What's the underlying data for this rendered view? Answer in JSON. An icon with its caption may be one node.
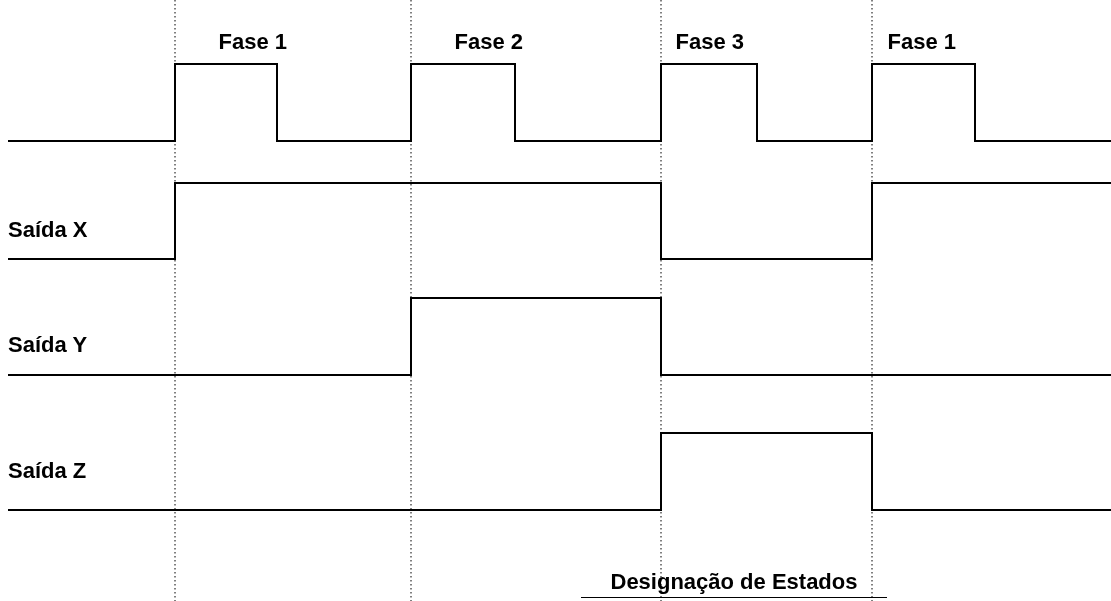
{
  "diagram": {
    "caption": "Designação de Estados",
    "labels": [
      "Fase 1",
      "Fase 2",
      "Fase 3",
      "Fase 1",
      "Saída X",
      "Saída Y",
      "Saída Z"
    ]
  }
}
